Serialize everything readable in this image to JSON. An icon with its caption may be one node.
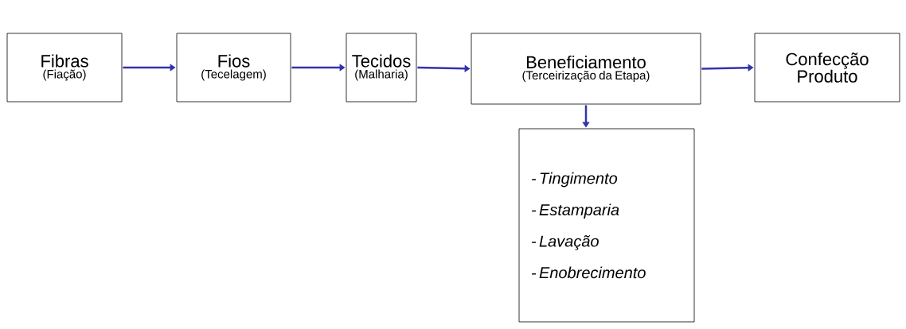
{
  "diagram": {
    "nodes": [
      {
        "text": [
          "Fibras",
          "(Fiação)"
        ]
      },
      {
        "text": [
          "Fios",
          "(Tecelagem)"
        ]
      },
      {
        "text": [
          "Tecidos",
          "(Malharia)"
        ]
      },
      {
        "text": [
          "Beneficiamento",
          "(Terceirização da Etapa)"
        ]
      },
      {
        "text": [
          "Confecção Produto"
        ]
      },
      {
        "text": [
          "- Tingimento",
          "- Estamparia",
          "- Lavação",
          "- Enobrecimento"
        ]
      }
    ],
    "edges": [
      {
        "from": 0,
        "to": 1,
        "arrow": "to"
      },
      {
        "from": 1,
        "to": 2,
        "arrow": "to"
      },
      {
        "from": 2,
        "to": 3,
        "arrow": "to"
      },
      {
        "from": 3,
        "to": 4,
        "arrow": "to"
      },
      {
        "from": 3,
        "to": 5,
        "arrow": "to"
      }
    ]
  }
}
